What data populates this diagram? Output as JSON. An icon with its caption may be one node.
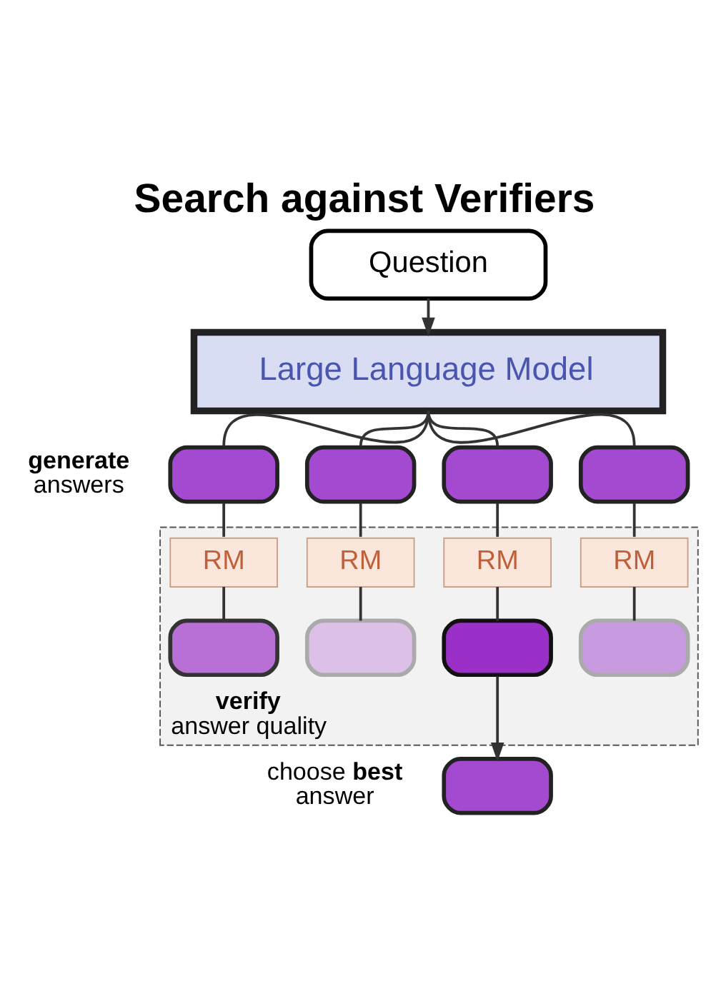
{
  "diagram": {
    "title": "Search against Verifiers",
    "nodes": [
      {
        "text": [
          "Question"
        ]
      },
      {
        "text": [
          "Large Language Model"
        ]
      },
      {
        "text": [],
        "shape": "box"
      },
      {
        "text": [],
        "shape": "box"
      },
      {
        "text": [],
        "shape": "box"
      },
      {
        "text": [],
        "shape": "box"
      },
      {
        "text": [
          "**verify** answer quality"
        ]
      },
      {
        "text": [
          "RM"
        ],
        "in": 6
      },
      {
        "text": [
          "RM"
        ],
        "in": 6
      },
      {
        "text": [
          "RM"
        ],
        "in": 6
      },
      {
        "text": [
          "RM"
        ],
        "in": 6
      },
      {
        "text": [],
        "shape": "box",
        "in": 6
      },
      {
        "text": [],
        "shape": "box",
        "in": 6
      },
      {
        "text": [],
        "shape": "box",
        "in": 6
      },
      {
        "text": [],
        "shape": "box",
        "in": 6
      },
      {
        "text": [],
        "shape": "box",
        "beside": [
          "choose **best** answer"
        ]
      }
    ],
    "edges": [
      {
        "from": 0,
        "to": 1,
        "arrow": "to"
      },
      {
        "from": 1,
        "to": 2,
        "arrow": "none"
      },
      {
        "from": 1,
        "to": 3,
        "arrow": "none"
      },
      {
        "from": 1,
        "to": 4,
        "arrow": "none"
      },
      {
        "from": 1,
        "to": 5,
        "arrow": "none"
      },
      {
        "from": 2,
        "to": 7,
        "arrow": "none"
      },
      {
        "from": 3,
        "to": 8,
        "arrow": "none"
      },
      {
        "from": 4,
        "to": 9,
        "arrow": "none"
      },
      {
        "from": 5,
        "to": 10,
        "arrow": "none"
      },
      {
        "from": 7,
        "to": 11,
        "arrow": "none"
      },
      {
        "from": 8,
        "to": 12,
        "arrow": "none"
      },
      {
        "from": 9,
        "to": 13,
        "arrow": "none"
      },
      {
        "from": 10,
        "to": 14,
        "arrow": "none"
      },
      {
        "from": 13,
        "to": 15,
        "arrow": "to"
      }
    ],
    "labels": [
      "**generate** answers"
    ]
  }
}
